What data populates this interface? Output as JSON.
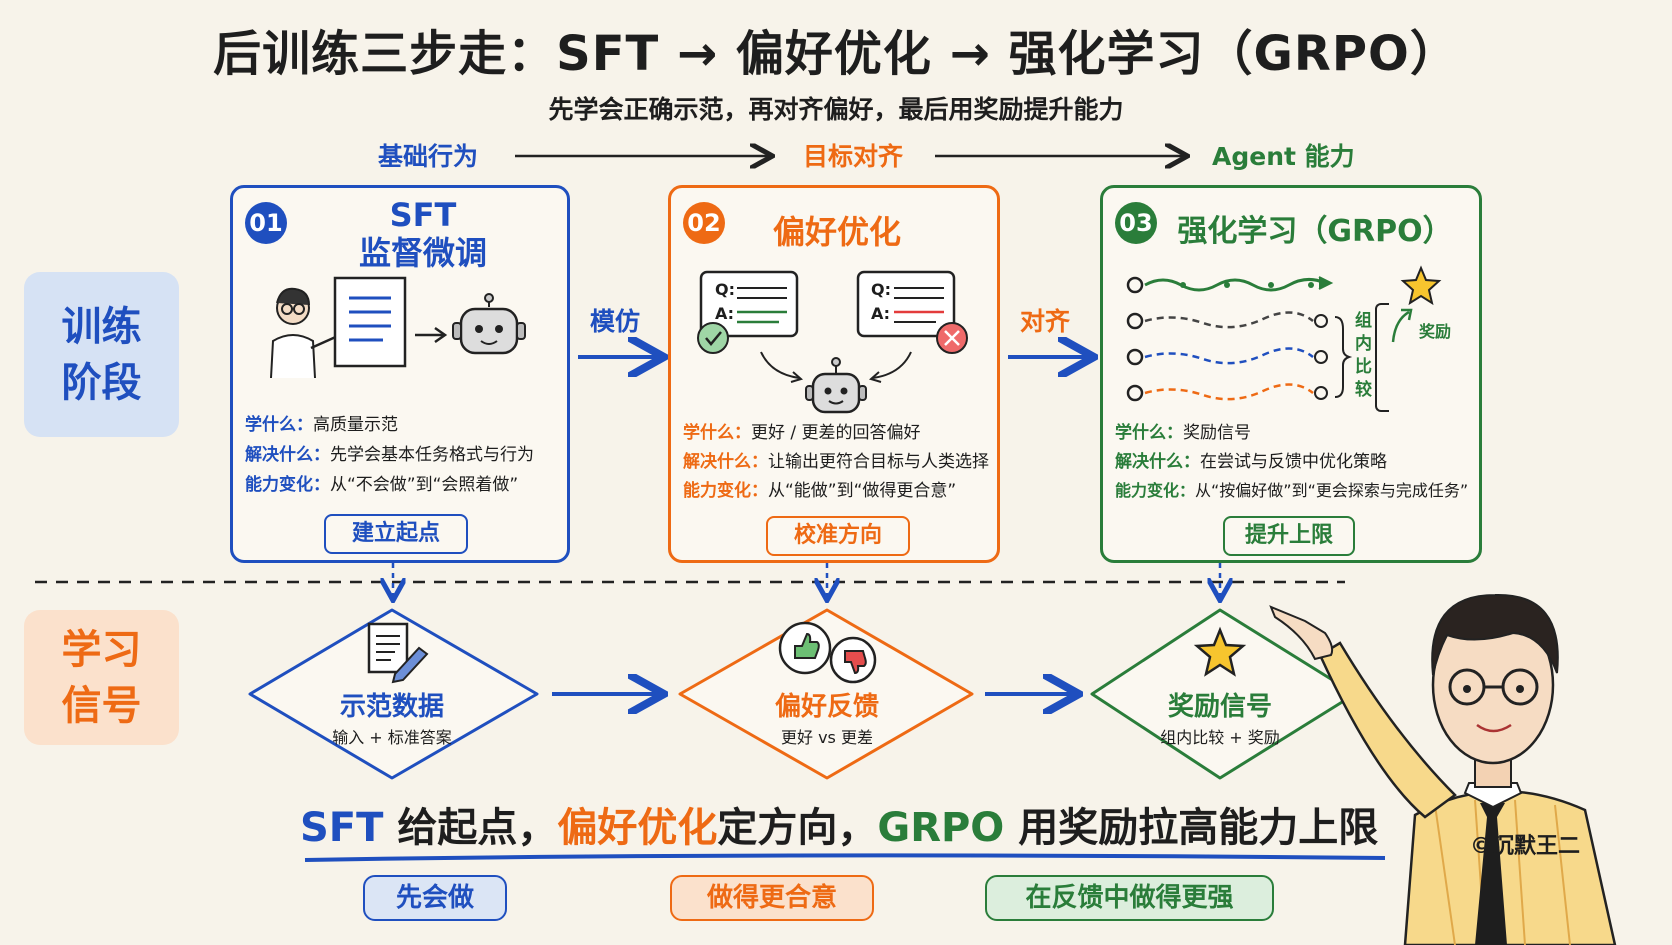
{
  "colors": {
    "blue": "#1f4fbf",
    "orange": "#ee6a14",
    "green": "#2a7d3a",
    "bg": "#f7f3ea"
  },
  "header": {
    "title": "后训练三步走：SFT → 偏好优化 → 强化学习（GRPO）",
    "subtitle": "先学会正确示范，再对齐偏好，最后用奖励提升能力"
  },
  "flow_top": {
    "left": "基础行为",
    "mid": "目标对齐",
    "right": "Agent 能力"
  },
  "sections": {
    "train_label": "训练\n阶段",
    "signal_label": "学习\n信号"
  },
  "cards": [
    {
      "num": "01",
      "title_line1": "SFT",
      "title_line2": "监督微调",
      "learn_key": "学什么：",
      "learn_val": "高质量示范",
      "solve_key": "解决什么：",
      "solve_val": "先学会基本任务格式与行为",
      "change_key": "能力变化：",
      "change_val": "从“不会做”到“会照着做”",
      "tag": "建立起点",
      "icons": [
        "teacher-icon",
        "document-icon",
        "robot-icon"
      ]
    },
    {
      "num": "02",
      "title_line1": "偏好优化",
      "learn_key": "学什么：",
      "learn_val": "更好 / 更差的回答偏好",
      "solve_key": "解决什么：",
      "solve_val": "让输出更符合目标与人类选择",
      "change_key": "能力变化：",
      "change_val": "从“能做”到“做得更合意”",
      "tag": "校准方向",
      "qa_q": "Q:",
      "qa_a": "A:",
      "icons": [
        "good-answer-card-icon",
        "bad-answer-card-icon",
        "robot-icon"
      ]
    },
    {
      "num": "03",
      "title_line1": "强化学习（GRPO）",
      "learn_key": "学什么：",
      "learn_val": "奖励信号",
      "solve_key": "解决什么：",
      "solve_val": "在尝试与反馈中优化策略",
      "change_key": "能力变化：",
      "change_val": "从“按偏好做”到“更会探索与完成任务”",
      "tag": "提升上限",
      "group_compare": "组内比较",
      "reward": "奖励",
      "icons": [
        "rollout-paths-icon",
        "star-icon"
      ]
    }
  ],
  "arrows": {
    "imitate": "模仿",
    "align": "对齐"
  },
  "signals": [
    {
      "title": "示范数据",
      "sub": "输入 + 标准答案",
      "icon": "document-pen-icon"
    },
    {
      "title": "偏好反馈",
      "sub": "更好 vs 更差",
      "icon": "thumbs-up-down-icon"
    },
    {
      "title": "奖励信号",
      "sub": "组内比较 + 奖励",
      "icon": "star-icon"
    }
  ],
  "summary": {
    "p1": "SFT",
    "p2": " 给起点，",
    "p3": "偏好优化",
    "p4": "定方向，",
    "p5": "GRPO",
    "p6": " 用奖励拉高能力上限"
  },
  "pills": [
    "先会做",
    "做得更合意",
    "在反馈中做得更强"
  ],
  "copyright": "©沉默王二"
}
